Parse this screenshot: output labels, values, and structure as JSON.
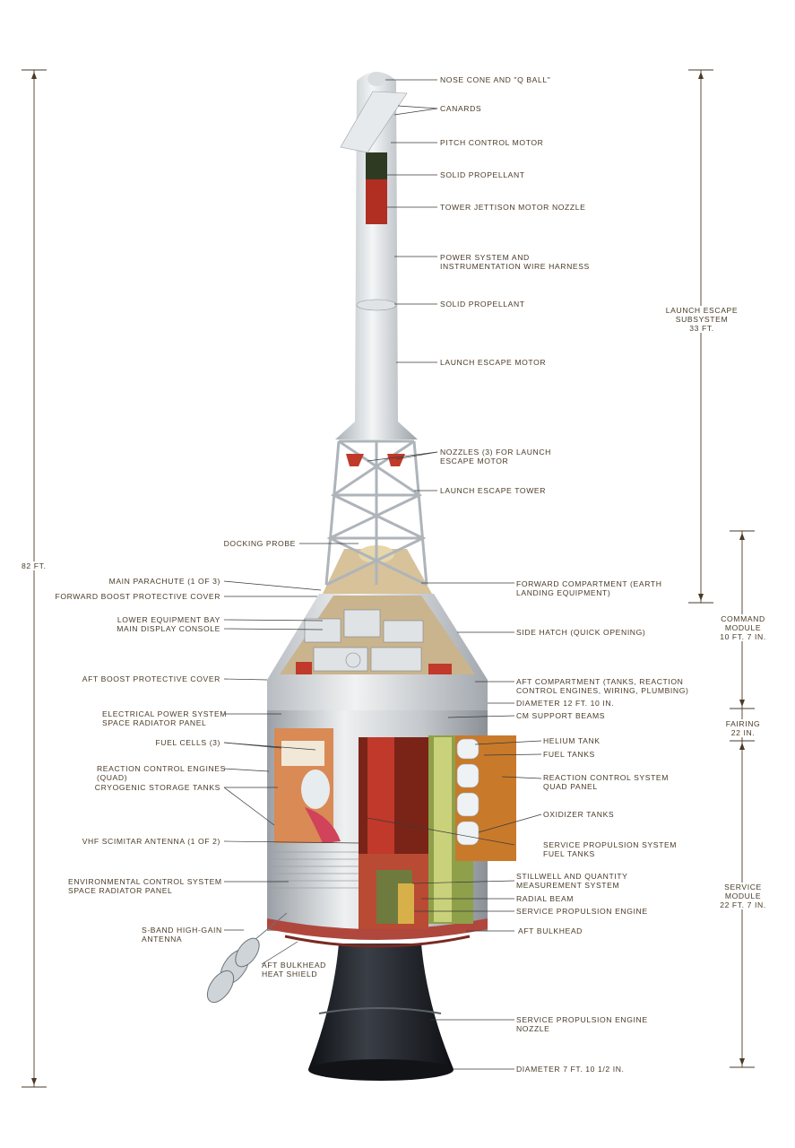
{
  "colors": {
    "label": "#4a3a28",
    "leader": "#3a3a3a",
    "hull": "#c9cdd0",
    "nozzle": "#1c1f24",
    "accent_red": "#c0392b"
  },
  "dimensions": {
    "overall": "82 FT.",
    "les": [
      "LAUNCH ESCAPE",
      "SUBSYSTEM",
      "33 FT."
    ],
    "cm": [
      "COMMAND",
      "MODULE",
      "10 FT. 7 IN."
    ],
    "fairing": [
      "FAIRING",
      "22 IN."
    ],
    "sm": [
      "SERVICE",
      "MODULE",
      "22 FT. 7 IN."
    ]
  },
  "labels_right": [
    [
      "NOSE CONE AND \"Q BALL\""
    ],
    [
      "CANARDS"
    ],
    [
      "PITCH CONTROL MOTOR"
    ],
    [
      "SOLID PROPELLANT"
    ],
    [
      "TOWER JETTISON MOTOR NOZZLE"
    ],
    [
      "POWER SYSTEM AND",
      "INSTRUMENTATION WIRE HARNESS"
    ],
    [
      "SOLID PROPELLANT"
    ],
    [
      "LAUNCH ESCAPE MOTOR"
    ],
    [
      "NOZZLES (3) FOR LAUNCH",
      "ESCAPE MOTOR"
    ],
    [
      "LAUNCH ESCAPE TOWER"
    ],
    [
      "FORWARD COMPARTMENT (EARTH",
      "LANDING EQUIPMENT)"
    ],
    [
      "SIDE HATCH (QUICK OPENING)"
    ],
    [
      "AFT COMPARTMENT (TANKS, REACTION",
      "CONTROL ENGINES, WIRING, PLUMBING)"
    ],
    [
      "DIAMETER 12 FT. 10 IN."
    ],
    [
      "CM SUPPORT BEAMS"
    ],
    [
      "HELIUM TANK"
    ],
    [
      "FUEL TANKS"
    ],
    [
      "REACTION CONTROL SYSTEM",
      "QUAD PANEL"
    ],
    [
      "OXIDIZER TANKS"
    ],
    [
      "SERVICE PROPULSION SYSTEM",
      "FUEL TANKS"
    ],
    [
      "STILLWELL AND QUANTITY",
      "MEASUREMENT SYSTEM"
    ],
    [
      "RADIAL BEAM"
    ],
    [
      "SERVICE PROPULSION ENGINE"
    ],
    [
      "AFT BULKHEAD"
    ],
    [
      "SERVICE PROPULSION ENGINE",
      "NOZZLE"
    ],
    [
      "DIAMETER 7 FT. 10 1/2 IN."
    ]
  ],
  "labels_left": [
    [
      "DOCKING PROBE"
    ],
    [
      "MAIN PARACHUTE (1 OF 3)"
    ],
    [
      "FORWARD BOOST PROTECTIVE COVER"
    ],
    [
      "LOWER EQUIPMENT BAY"
    ],
    [
      "MAIN DISPLAY CONSOLE"
    ],
    [
      "AFT BOOST PROTECTIVE COVER"
    ],
    [
      "ELECTRICAL POWER SYSTEM",
      "SPACE RADIATOR PANEL"
    ],
    [
      "FUEL CELLS (3)"
    ],
    [
      "REACTION CONTROL ENGINES",
      "(QUAD)"
    ],
    [
      "CRYOGENIC STORAGE TANKS"
    ],
    [
      "VHF SCIMITAR ANTENNA (1 OF 2)"
    ],
    [
      "ENVIRONMENTAL CONTROL SYSTEM",
      "SPACE RADIATOR PANEL"
    ],
    [
      "S-BAND HIGH-GAIN",
      "ANTENNA"
    ],
    [
      "AFT BULKHEAD",
      "HEAT SHIELD"
    ]
  ]
}
